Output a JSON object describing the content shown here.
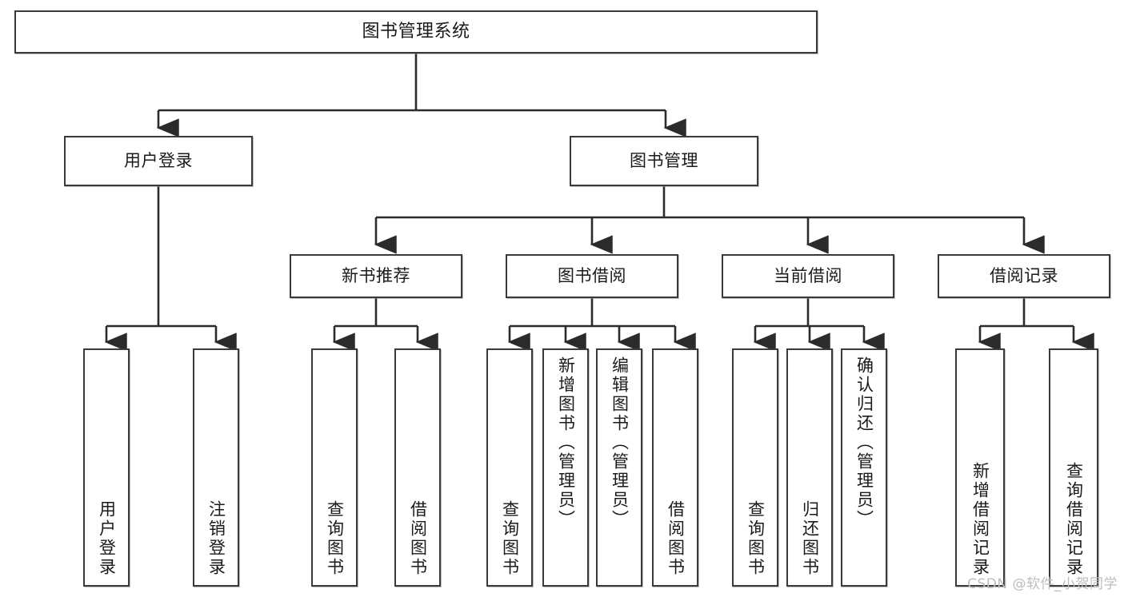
{
  "diagram": {
    "title": "图书管理系统",
    "type": "tree",
    "colors": {
      "box_border": "#3a3a3a",
      "box_fill": "#ffffff",
      "connector": "#2b2b2b",
      "text": "#1a1a1a",
      "watermark": "#bdbdbd"
    },
    "root": {
      "label": "图书管理系统"
    },
    "level2": [
      {
        "label": "用户登录"
      },
      {
        "label": "图书管理"
      }
    ],
    "level3": [
      {
        "label": "新书推荐"
      },
      {
        "label": "图书借阅"
      },
      {
        "label": "当前借阅"
      },
      {
        "label": "借阅记录"
      }
    ],
    "leaves": {
      "user_login": [
        {
          "label": "用户登录"
        },
        {
          "label": "注销登录"
        }
      ],
      "new_book_recommend": [
        {
          "label": "查询图书"
        },
        {
          "label": "借阅图书"
        }
      ],
      "book_borrow": [
        {
          "label": "查询图书"
        },
        {
          "label": "新增图书（管理员）"
        },
        {
          "label": "编辑图书（管理员）"
        },
        {
          "label": "借阅图书"
        }
      ],
      "current_borrow": [
        {
          "label": "查询图书"
        },
        {
          "label": "归还图书"
        },
        {
          "label": "确认归还（管理员）"
        }
      ],
      "borrow_record": [
        {
          "label": "新增借阅记录"
        },
        {
          "label": "查询借阅记录"
        }
      ]
    }
  },
  "watermark": {
    "text": "CSDN @软件_小贺同学"
  }
}
